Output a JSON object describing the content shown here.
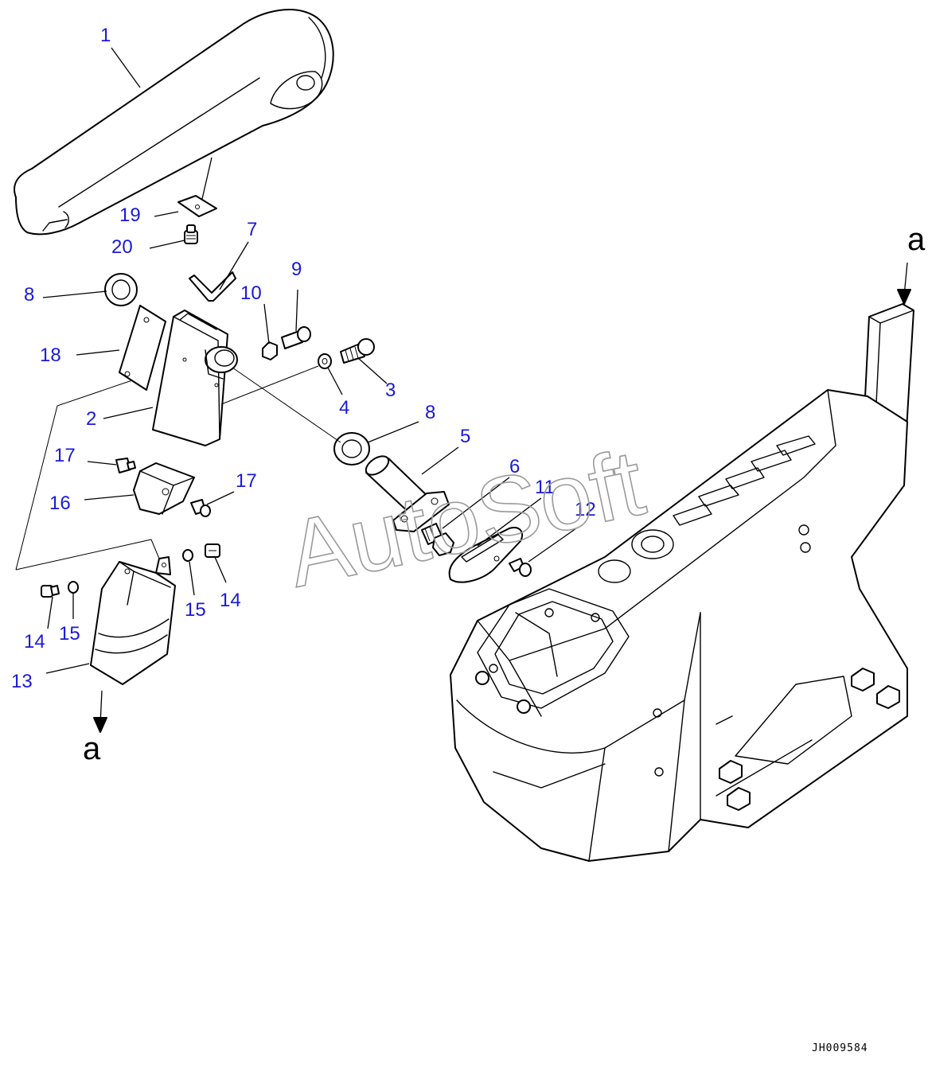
{
  "diagram": {
    "callouts": [
      "1",
      "2",
      "3",
      "4",
      "5",
      "6",
      "7",
      "8",
      "8",
      "9",
      "10",
      "11",
      "12",
      "13",
      "14",
      "14",
      "15",
      "15",
      "16",
      "17",
      "17",
      "18",
      "19",
      "20"
    ],
    "connection_marker": "a",
    "drawing_code": "JH009584",
    "watermark": "AutoSoft",
    "colors": {
      "callout": "#1a1ad8",
      "line": "#000000",
      "watermark": "#9a9a9a"
    }
  }
}
